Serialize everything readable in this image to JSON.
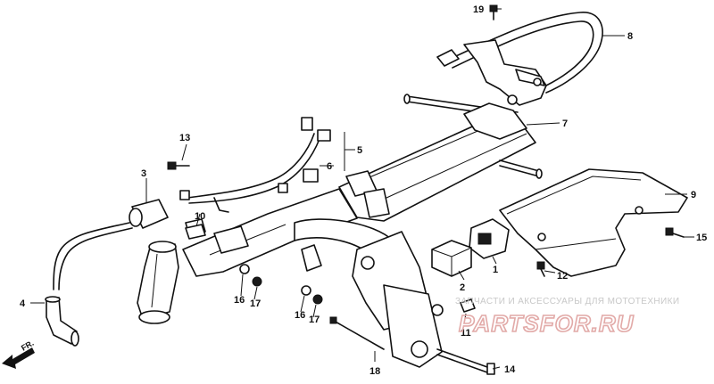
{
  "diagram": {
    "callouts": {
      "c1": "1",
      "c2": "2",
      "c3": "3",
      "c4": "4",
      "c5": "5",
      "c6": "6",
      "c7": "7",
      "c8": "8",
      "c9": "9",
      "c10": "10",
      "c11": "11",
      "c12": "12",
      "c13": "13",
      "c14": "14",
      "c15": "15",
      "c16a": "16",
      "c16b": "16",
      "c17a": "17",
      "c17b": "17",
      "c18": "18",
      "c19": "19"
    },
    "direction_label": "FR.",
    "watermark": {
      "subtitle": "ЗАПЧАСТИ И АКСЕССУАРЫ ДЛЯ МОТОТЕХНИКИ",
      "logo": "PARTSFOR.RU"
    }
  }
}
